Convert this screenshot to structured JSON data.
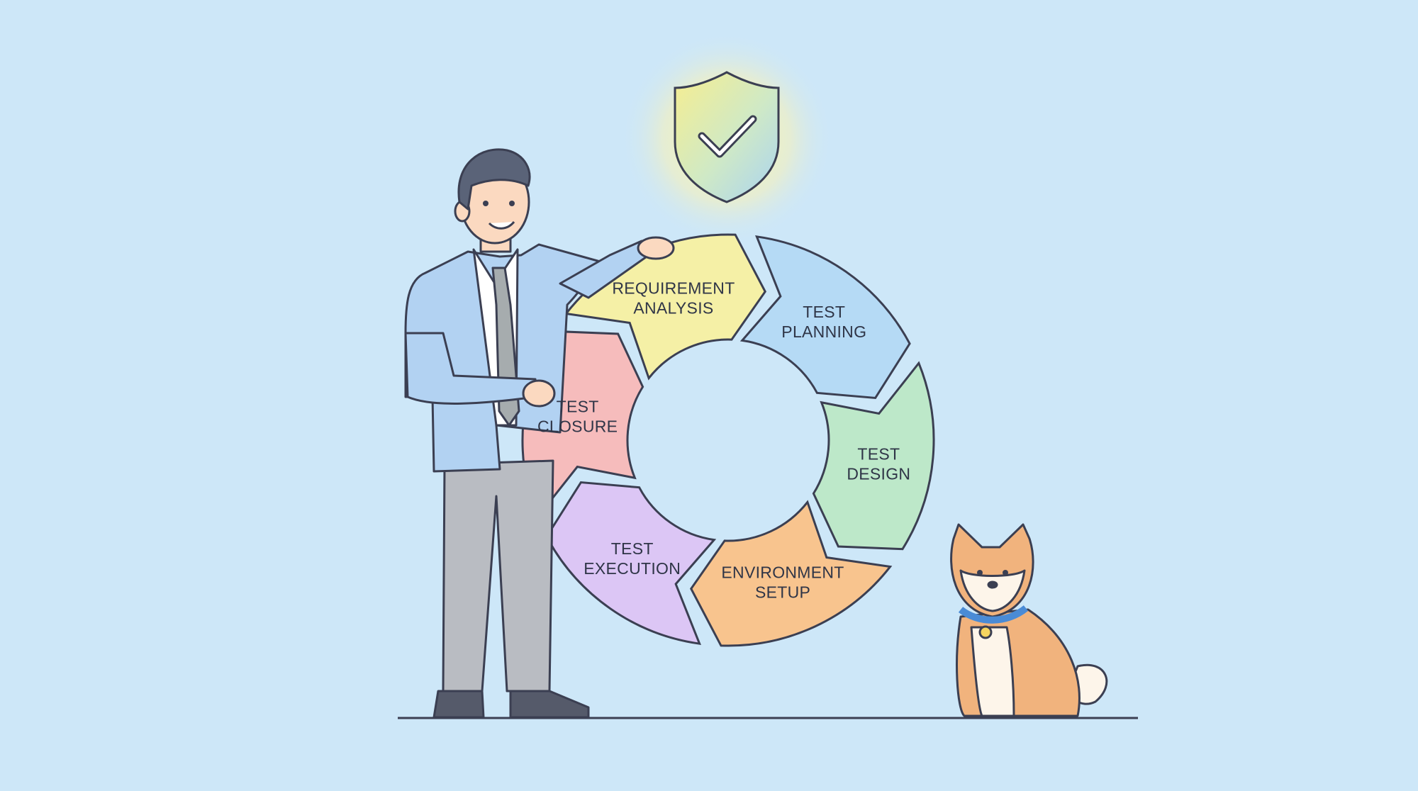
{
  "background_color": "#cde7f8",
  "outline_color": "#3b3f52",
  "cycle": {
    "stages": [
      {
        "lines": [
          "REQUIREMENT",
          "ANALYSIS"
        ],
        "color": "#f5f0a6"
      },
      {
        "lines": [
          "TEST",
          "PLANNING"
        ],
        "color": "#b5daf5"
      },
      {
        "lines": [
          "TEST",
          "DESIGN"
        ],
        "color": "#bde8c9"
      },
      {
        "lines": [
          "ENVIRONMENT",
          "SETUP"
        ],
        "color": "#f8c48e"
      },
      {
        "lines": [
          "TEST",
          "EXECUTION"
        ],
        "color": "#dcc6f5"
      },
      {
        "lines": [
          "TEST",
          "CLOSURE"
        ],
        "color": "#f6bcbc"
      }
    ]
  },
  "icons": {
    "shield": "shield-check-icon",
    "person": "businessman",
    "dog": "shiba-dog"
  }
}
